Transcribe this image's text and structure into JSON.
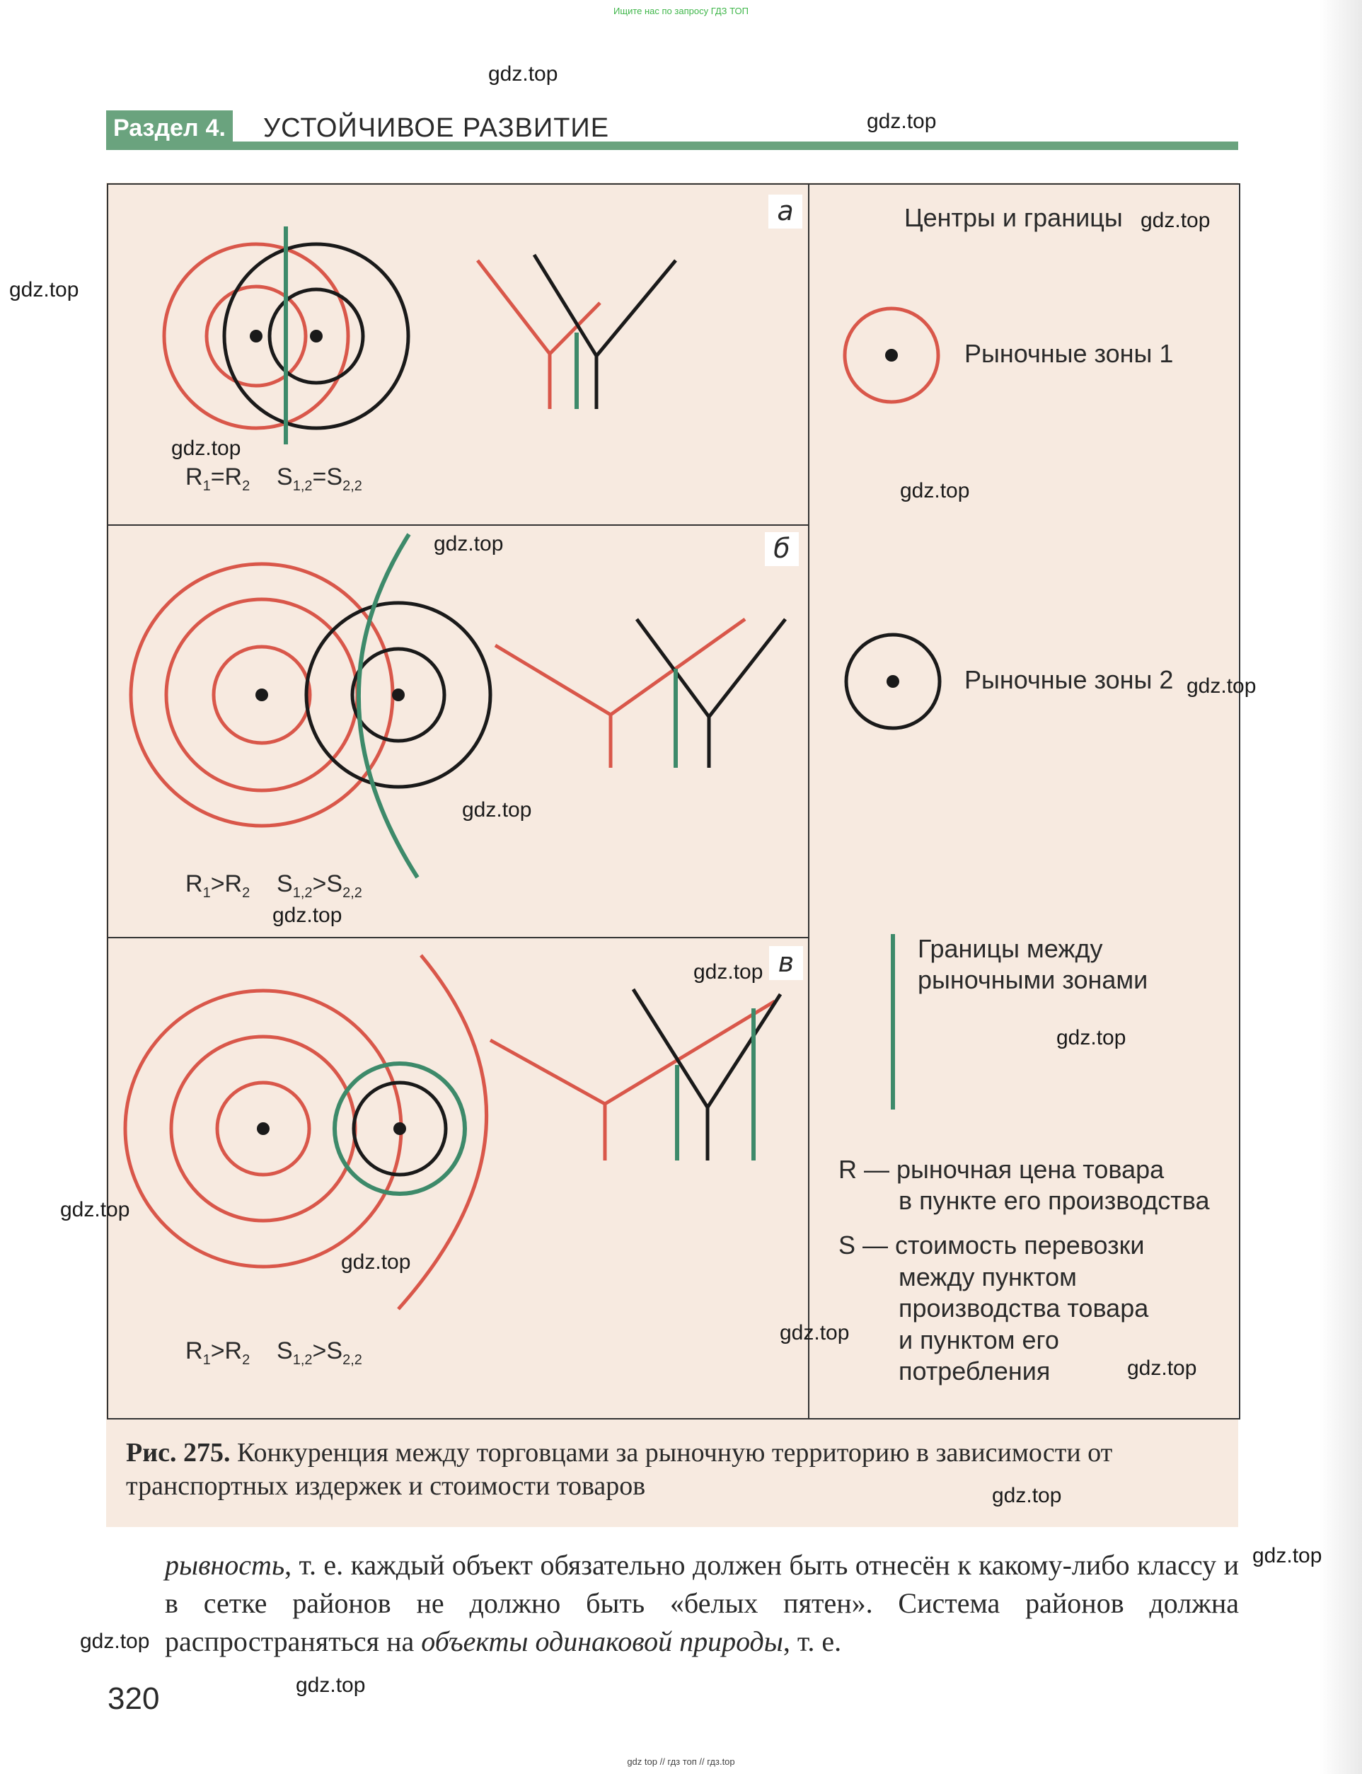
{
  "top_note": "Ищите нас по запросу ГДЗ ТОП",
  "header": {
    "section_label": "Раздел",
    "section_number": "4.",
    "title": "УСТОЙЧИВОЕ РАЗВИТИЕ"
  },
  "figure": {
    "panels": [
      {
        "letter": "а",
        "formula": {
          "r1": "R",
          "r1_sub": "1",
          "op1": "=",
          "r2": "R",
          "r2_sub": "2",
          "s1": "S",
          "s1_sub": "1,2",
          "op2": "=",
          "s2": "S",
          "s2_sub": "2,2"
        }
      },
      {
        "letter": "б",
        "formula": {
          "r1": "R",
          "r1_sub": "1",
          "op1": ">",
          "r2": "R",
          "r2_sub": "2",
          "s1": "S",
          "s1_sub": "1,2",
          "op2": ">",
          "s2": "S",
          "s2_sub": "2,2"
        }
      },
      {
        "letter": "в",
        "formula": {
          "r1": "R",
          "r1_sub": "1",
          "op1": ">",
          "r2": "R",
          "r2_sub": "2",
          "s1": "S",
          "s1_sub": "1,2",
          "op2": ">",
          "s2": "S",
          "s2_sub": "2,2"
        }
      }
    ],
    "legend": {
      "title": "Центры и границы",
      "zones1": "Рыночные зоны 1",
      "zones2": "Рыночные зоны 2",
      "borders_line1": "Границы между",
      "borders_line2": "рыночными зонами",
      "r_line1": "R — рыночная цена товара",
      "r_line2": "в пункте его производства",
      "s_line1": "S — стоимость перевозки",
      "s_line2": "между пунктом",
      "s_line3": "производства товара",
      "s_line4": "и пунктом его",
      "s_line5": "потребления"
    },
    "colors": {
      "zone1": "#d9574a",
      "zone2": "#1a1a1a",
      "border": "#3d8a6a",
      "header_green": "#6aa37e",
      "figure_bg": "#f7eae0"
    }
  },
  "caption": {
    "label": "Рис. 275.",
    "text": "Конкуренция между торговцами за рыночную территорию в зависимости от транспортных издержек и стоимости товаров"
  },
  "body": {
    "p1_italic": "рывность",
    "p1_text": ", т. е. каждый объект обязательно должен быть отнесён к какому-либо классу и в сетке районов не должно быть «белых пятен». Система районов должна распространяться на ",
    "p1_italic2": "объекты одинаковой природы",
    "p1_end": ", т. е."
  },
  "page_number": "320",
  "watermark": "gdz.top",
  "bottom_note": "gdz top // гдз топ // гдз.top"
}
